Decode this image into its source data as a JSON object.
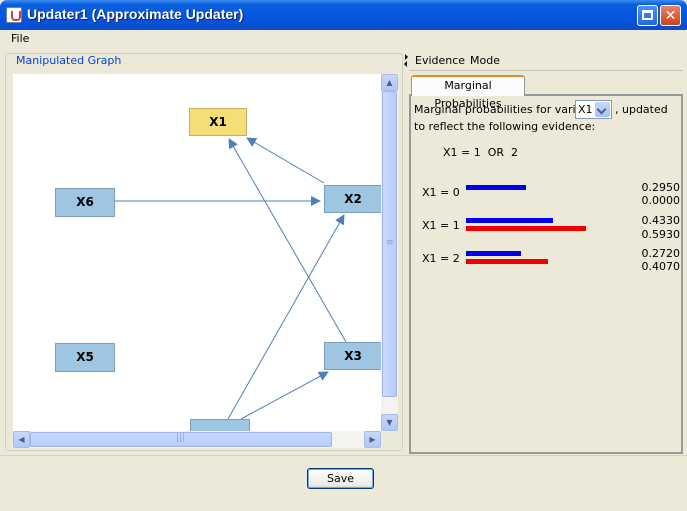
{
  "window": {
    "title": "Updater1 (Approximate Updater)"
  },
  "menubar": {
    "items": [
      "File"
    ]
  },
  "graph": {
    "panel_title": "Manipulated Graph",
    "nodes": [
      {
        "label": "X1"
      },
      {
        "label": "X2"
      },
      {
        "label": "X3"
      },
      {
        "label": "X5"
      },
      {
        "label": "X6"
      },
      {
        "label": ""
      }
    ]
  },
  "right_menu": {
    "items": [
      "Evidence",
      "Mode"
    ]
  },
  "tab": {
    "label": "Marginal Probabilities"
  },
  "marginals": {
    "intro_before": "Marginal probabilities for variable",
    "selected_variable": "X1",
    "intro_after": ", updated",
    "intro_line2": "to reflect the following evidence:",
    "evidence": "X1 = 1  OR  2",
    "rows": [
      {
        "label": "X1 = 0",
        "blue": "0.2950",
        "red": "0.0000"
      },
      {
        "label": "X1 = 1",
        "blue": "0.4330",
        "red": "0.5930"
      },
      {
        "label": "X1 = 2",
        "blue": "0.2720",
        "red": "0.4070"
      }
    ],
    "colors": {
      "blue": "#0000ee",
      "red": "#ee0000"
    }
  },
  "buttons": {
    "save": "Save"
  }
}
